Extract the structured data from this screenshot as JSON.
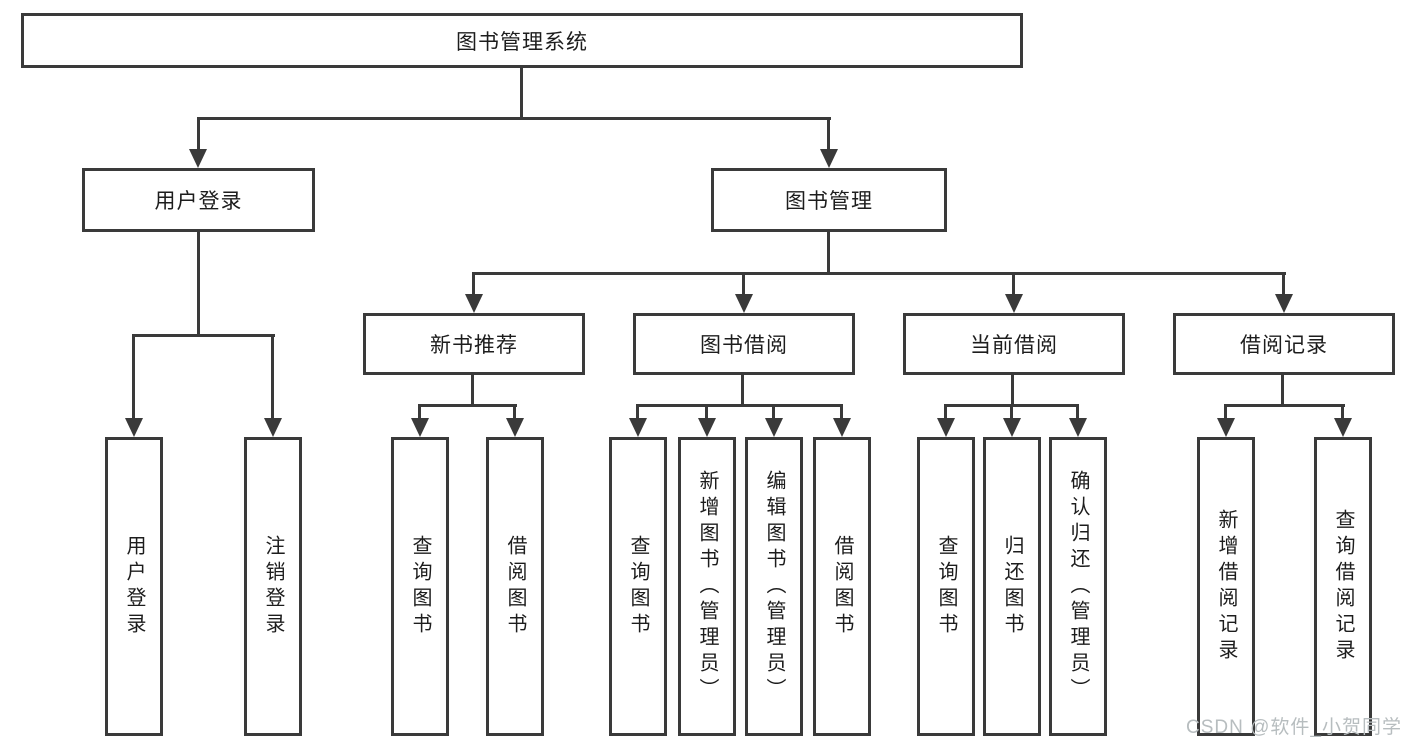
{
  "diagram": {
    "root": "图书管理系统",
    "login": {
      "label": "用户登录",
      "children": [
        "用户登录",
        "注销登录"
      ]
    },
    "manage": {
      "label": "图书管理",
      "groups": [
        {
          "label": "新书推荐",
          "children": [
            "查询图书",
            "借阅图书"
          ]
        },
        {
          "label": "图书借阅",
          "children": [
            "查询图书",
            "新增图书（管理员）",
            "编辑图书（管理员）",
            "借阅图书"
          ]
        },
        {
          "label": "当前借阅",
          "children": [
            "查询图书",
            "归还图书",
            "确认归还（管理员）"
          ]
        },
        {
          "label": "借阅记录",
          "children": [
            "新增借阅记录",
            "查询借阅记录"
          ]
        }
      ]
    }
  },
  "watermark": "CSDN @软件_小贺同学",
  "colors": {
    "line": "#3a3a3a",
    "text": "#1d1d1d",
    "background": "#ffffff",
    "watermark": "#b7bdbf"
  }
}
